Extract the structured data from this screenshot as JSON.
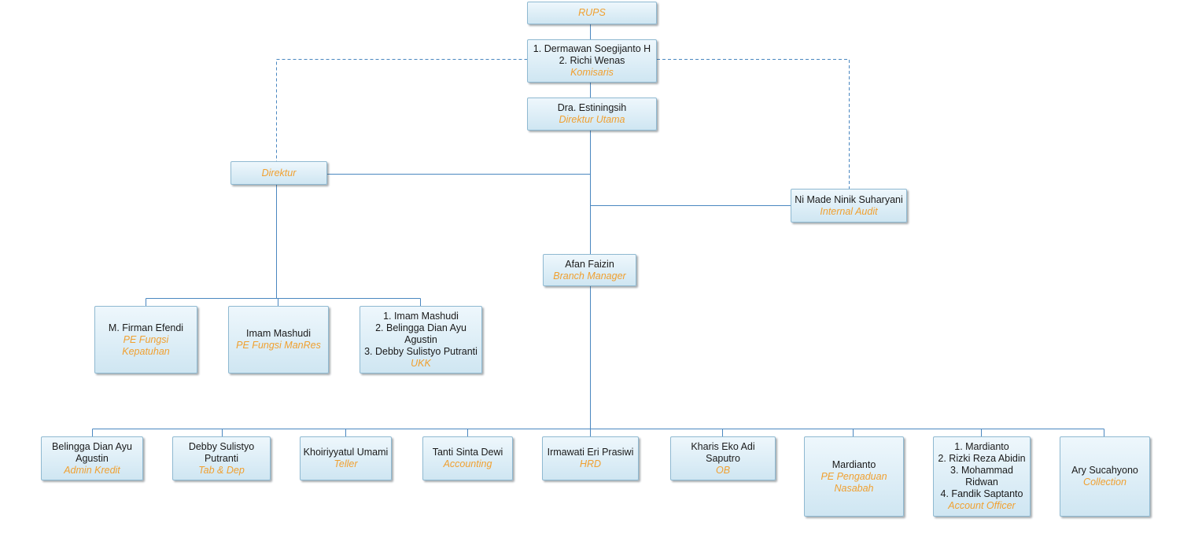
{
  "nodes": {
    "rups": {
      "names": [],
      "role": "RUPS"
    },
    "komisaris": {
      "names": [
        "1. Dermawan Soegijanto H",
        "2. Richi Wenas"
      ],
      "role": "Komisaris"
    },
    "dirut": {
      "names": [
        "Dra. Estiningsih"
      ],
      "role": "Direktur Utama"
    },
    "direktur": {
      "names": [],
      "role": "Direktur"
    },
    "audit": {
      "names": [
        "Ni Made Ninik Suharyani"
      ],
      "role": "Internal Audit"
    },
    "bm": {
      "names": [
        "Afan Faizin"
      ],
      "role": "Branch Manager"
    },
    "kepatuhan": {
      "names": [
        "M. Firman Efendi"
      ],
      "role": "PE Fungsi Kepatuhan"
    },
    "manres": {
      "names": [
        "Imam Mashudi"
      ],
      "role": "PE Fungsi ManRes"
    },
    "ukk": {
      "names": [
        "1. Imam Mashudi",
        "2. Belingga Dian Ayu Agustin",
        "3. Debby Sulistyo Putranti"
      ],
      "role": "UKK"
    },
    "admin": {
      "names": [
        "Belingga Dian Ayu Agustin"
      ],
      "role": "Admin Kredit"
    },
    "tabdep": {
      "names": [
        "Debby Sulistyo Putranti"
      ],
      "role": "Tab & Dep"
    },
    "teller": {
      "names": [
        "Khoiriyyatul Umami"
      ],
      "role": "Teller"
    },
    "accounting": {
      "names": [
        "Tanti Sinta Dewi"
      ],
      "role": "Accounting"
    },
    "hrd": {
      "names": [
        "Irmawati Eri Prasiwi"
      ],
      "role": "HRD"
    },
    "ob": {
      "names": [
        "Kharis Eko Adi Saputro"
      ],
      "role": "OB"
    },
    "pengaduan": {
      "names": [
        "Mardianto"
      ],
      "role": "PE Pengaduan Nasabah"
    },
    "ao": {
      "names": [
        "1. Mardianto",
        "2. Rizki Reza Abidin",
        "3. Mohammad Ridwan",
        "4. Fandik Saptanto"
      ],
      "role": "Account Officer"
    },
    "collection": {
      "names": [
        "Ary Sucahyono"
      ],
      "role": "Collection"
    }
  },
  "colors": {
    "line": "#4a87c0",
    "dashed": "#4a87c0",
    "role_text": "#f0a030"
  }
}
